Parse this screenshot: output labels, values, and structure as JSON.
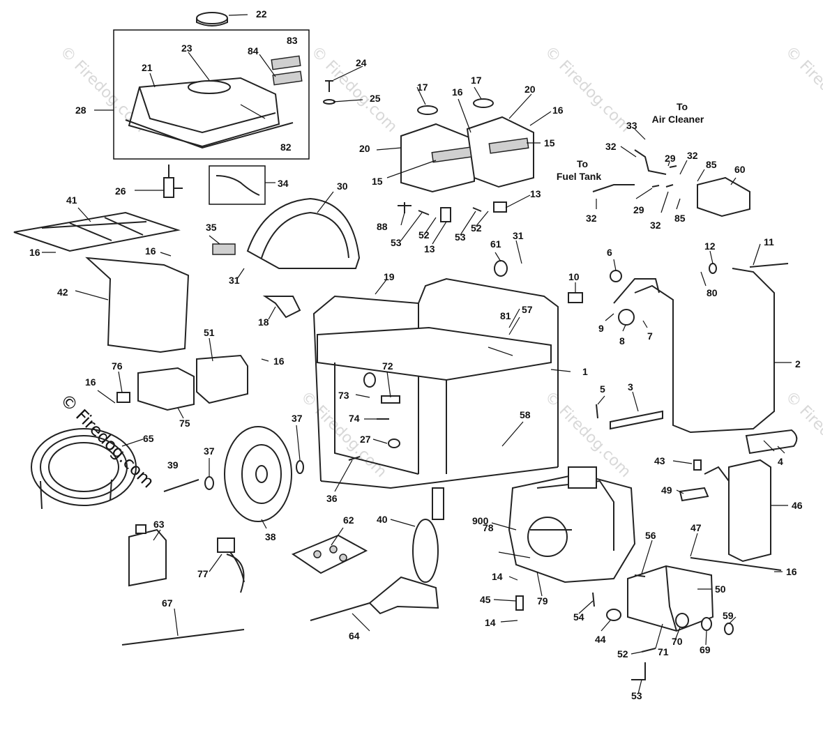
{
  "diagram": {
    "watermark": "© Firedog.com",
    "notes": {
      "air_cleaner": "To\nAir Cleaner",
      "fuel_tank": "To\nFuel Tank"
    },
    "labels": [
      "1",
      "2",
      "3",
      "4",
      "5",
      "6",
      "7",
      "8",
      "9",
      "10",
      "11",
      "12",
      "13",
      "13",
      "14",
      "14",
      "15",
      "15",
      "16",
      "16",
      "16",
      "16",
      "16",
      "16",
      "16",
      "16",
      "17",
      "17",
      "18",
      "19",
      "20",
      "20",
      "21",
      "22",
      "23",
      "24",
      "25",
      "26",
      "27",
      "28",
      "29",
      "29",
      "30",
      "31",
      "31",
      "32",
      "32",
      "32",
      "32",
      "32",
      "33",
      "34",
      "35",
      "36",
      "37",
      "37",
      "38",
      "39",
      "40",
      "41",
      "42",
      "43",
      "44",
      "45",
      "46",
      "47",
      "49",
      "50",
      "51",
      "52",
      "52",
      "52",
      "53",
      "53",
      "53",
      "54",
      "56",
      "57",
      "58",
      "59",
      "60",
      "61",
      "62",
      "63",
      "64",
      "65",
      "67",
      "69",
      "70",
      "71",
      "72",
      "73",
      "74",
      "75",
      "76",
      "77",
      "78",
      "79",
      "80",
      "81",
      "82",
      "83",
      "84",
      "85",
      "85",
      "88",
      "900"
    ]
  }
}
